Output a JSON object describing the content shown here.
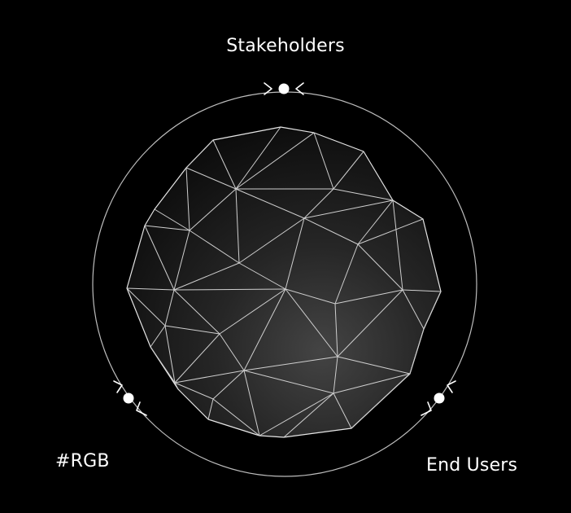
{
  "labels": {
    "top": "Stakeholders",
    "bottom_left": "#RGB",
    "bottom_right": "End Users"
  },
  "colors": {
    "background": "#000000",
    "line": "#d9d9d9",
    "text": "#ffffff"
  }
}
